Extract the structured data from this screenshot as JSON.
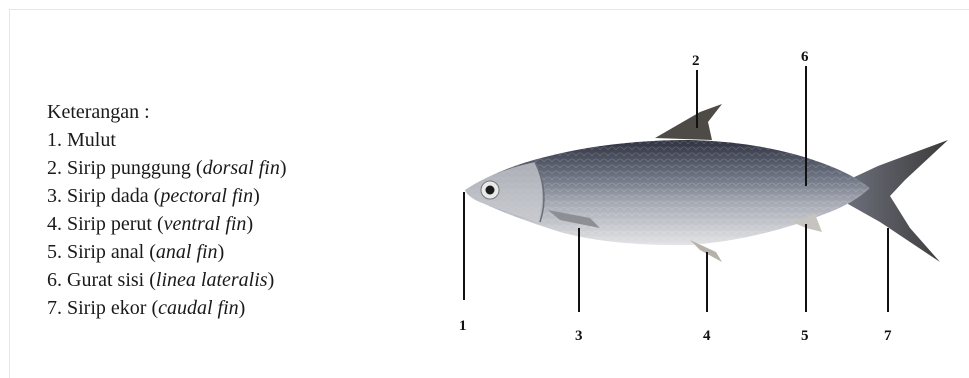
{
  "legend": {
    "title": "Keterangan :",
    "items": [
      {
        "num": "1.",
        "text": "Mulut",
        "italic": ""
      },
      {
        "num": "2.",
        "text": "Sirip punggung",
        "italic": "dorsal fin"
      },
      {
        "num": "3.",
        "text": "Sirip dada",
        "italic": "pectoral fin"
      },
      {
        "num": "4.",
        "text": "Sirip perut",
        "italic": "ventral fin"
      },
      {
        "num": "5.",
        "text": "Sirip anal",
        "italic": "anal fin"
      },
      {
        "num": "6.",
        "text": "Gurat sisi",
        "italic": "linea lateralis"
      },
      {
        "num": "7.",
        "text": "Sirip ekor",
        "italic": "caudal fin"
      }
    ]
  },
  "callouts": [
    "1",
    "2",
    "3",
    "4",
    "5",
    "6",
    "7"
  ],
  "colors": {
    "body_dark": "#3e4250",
    "body_mid": "#7d8390",
    "belly": "#d9dadd",
    "fin": "#55524f",
    "line": "#111111"
  }
}
